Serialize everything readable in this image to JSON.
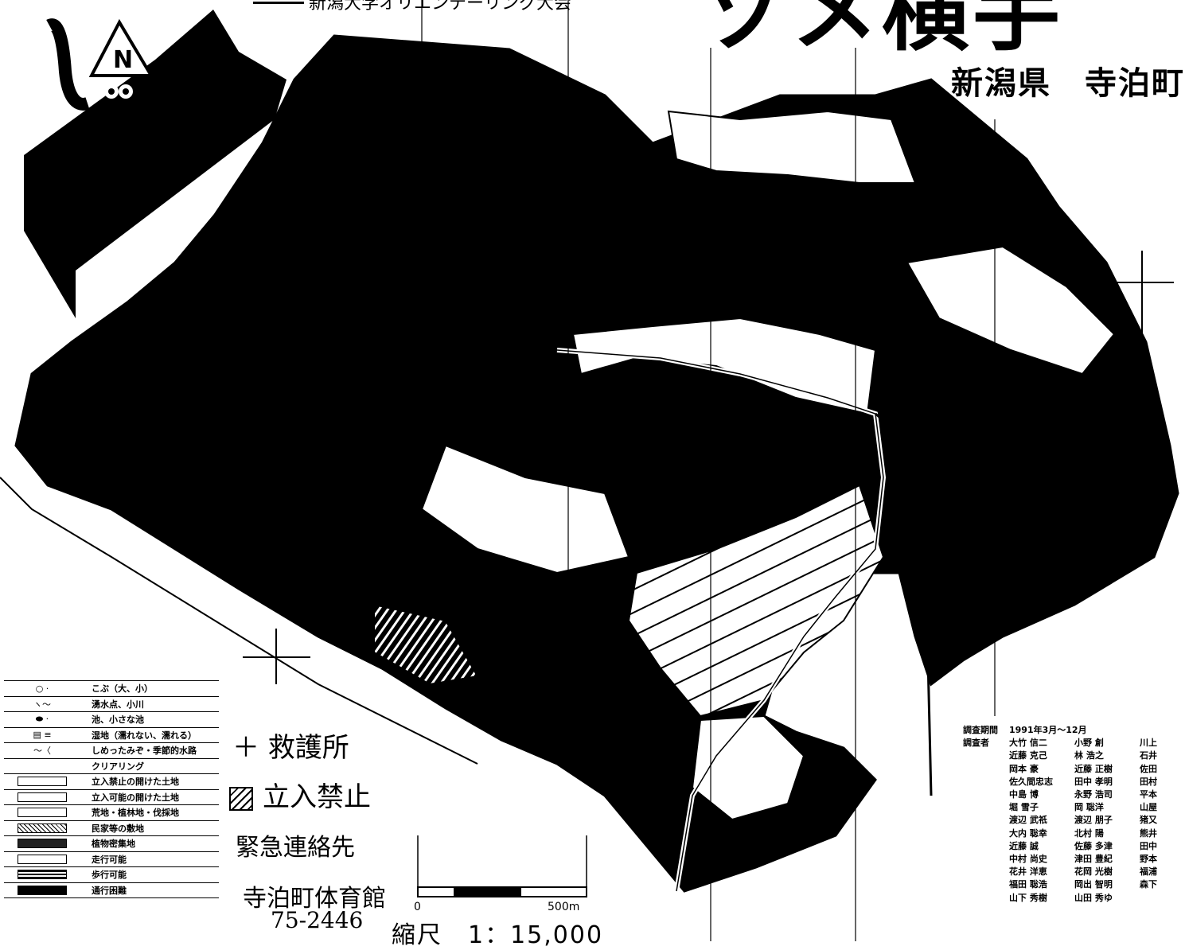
{
  "header": {
    "organizer": "新潟大学オリエンテーリング大会",
    "title": "ゾメ横手",
    "subtitle": "新潟県　寺泊町"
  },
  "north_arrow": {
    "letter": "N"
  },
  "legend": [
    {
      "symbol": "knoll",
      "label": "こぶ（大、小）"
    },
    {
      "symbol": "spring-stream",
      "label": "湧水点、小川"
    },
    {
      "symbol": "pond",
      "label": "池、小さな池"
    },
    {
      "symbol": "marsh",
      "label": "湿地（濡れない、濡れる）"
    },
    {
      "symbol": "ditch",
      "label": "しめったみぞ・季節的水路"
    },
    {
      "symbol": "clearing",
      "label": "クリアリング"
    },
    {
      "symbol": "open-forbidden",
      "label": "立入禁止の開けた土地"
    },
    {
      "symbol": "open-allowed",
      "label": "立入可能の開けた土地"
    },
    {
      "symbol": "rough-open",
      "label": "荒地・植林地・伐採地"
    },
    {
      "symbol": "private",
      "label": "民家等の敷地"
    },
    {
      "symbol": "vegetation",
      "label": "植物密集地"
    },
    {
      "symbol": "run",
      "label": "走行可能"
    },
    {
      "symbol": "walk",
      "label": "歩行可能"
    },
    {
      "symbol": "difficult",
      "label": "通行困難"
    }
  ],
  "notes": {
    "first_aid": "救護所",
    "forbidden": "立入禁止",
    "emergency": "緊急連絡先",
    "venue": "寺泊町体育館",
    "phone": "75-2446"
  },
  "scale": {
    "start_label": "0",
    "end_label": "500m",
    "ratio": "縮尺　1：15,000"
  },
  "survey": {
    "date_key": "調査期間",
    "date_value": "1991年3月～12月",
    "people_key": "調査者",
    "rows": [
      [
        "大竹 信二",
        "小野 創",
        "川上"
      ],
      [
        "近藤 克己",
        "林 浩之",
        "石井"
      ],
      [
        "岡本 豪",
        "近藤 正樹",
        "佐田"
      ],
      [
        "佐久間忠志",
        "田中 孝明",
        "田村"
      ],
      [
        "中島 博",
        "永野 浩司",
        "平本"
      ],
      [
        "堀 雪子",
        "岡 聡洋",
        "山屋"
      ],
      [
        "渡辺 武祇",
        "渡辺 朋子",
        "猪又"
      ],
      [
        "大内 聡幸",
        "北村 陽",
        "熊井"
      ],
      [
        "近藤 誠",
        "佐藤 多津",
        "田中"
      ],
      [
        "中村 尚史",
        "津田 豊紀",
        "野本"
      ],
      [
        "花井 洋恵",
        "花岡 光樹",
        "福浦"
      ],
      [
        "福田 聡浩",
        "岡出 智明",
        "森下"
      ],
      [
        "山下 秀樹",
        "山田 秀ゆ",
        ""
      ]
    ]
  },
  "colors": {
    "ink": "#000000",
    "paper": "#ffffff"
  }
}
